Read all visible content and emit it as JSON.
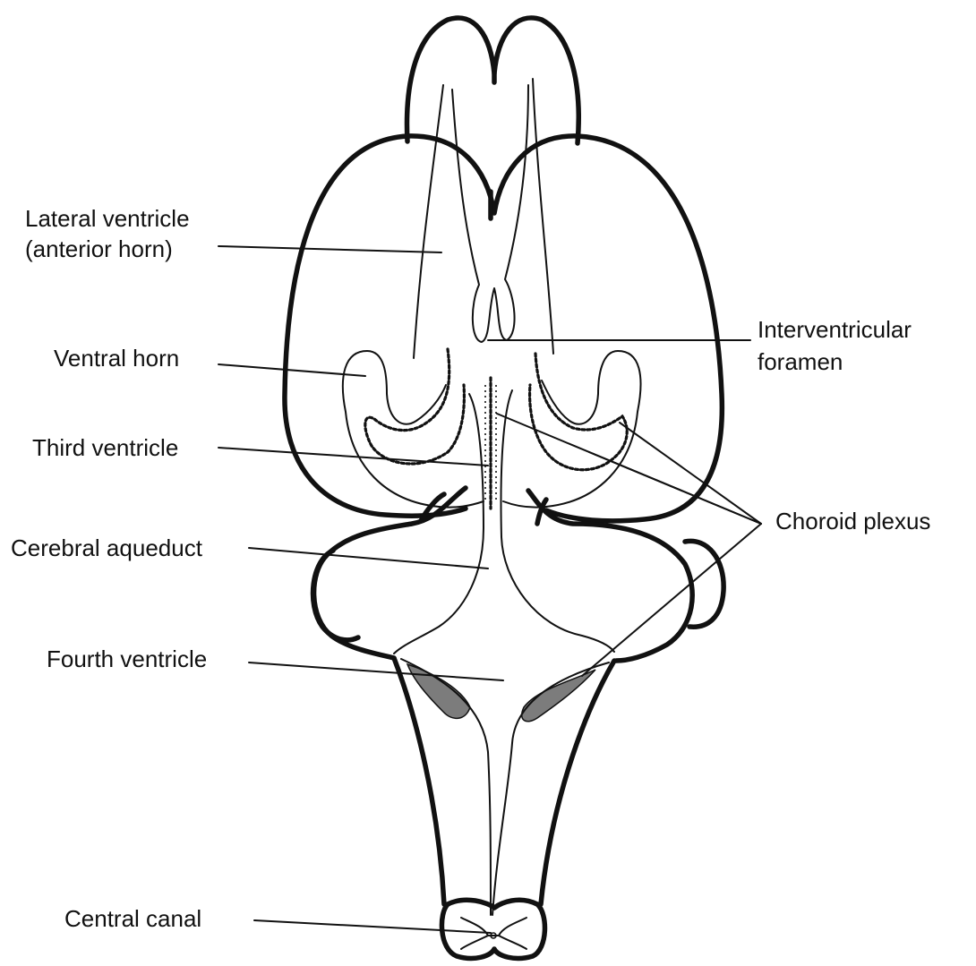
{
  "labels": {
    "lateral_ventricle_1": "Lateral ventricle",
    "lateral_ventricle_2": "(anterior horn)",
    "interventricular_1": "Interventricular",
    "interventricular_2": "foramen",
    "ventral_horn": "Ventral horn",
    "third_ventricle": "Third ventricle",
    "choroid_plexus": "Choroid plexus",
    "cerebral_aqueduct": "Cerebral aqueduct",
    "fourth_ventricle": "Fourth ventricle",
    "central_canal": "Central canal"
  }
}
